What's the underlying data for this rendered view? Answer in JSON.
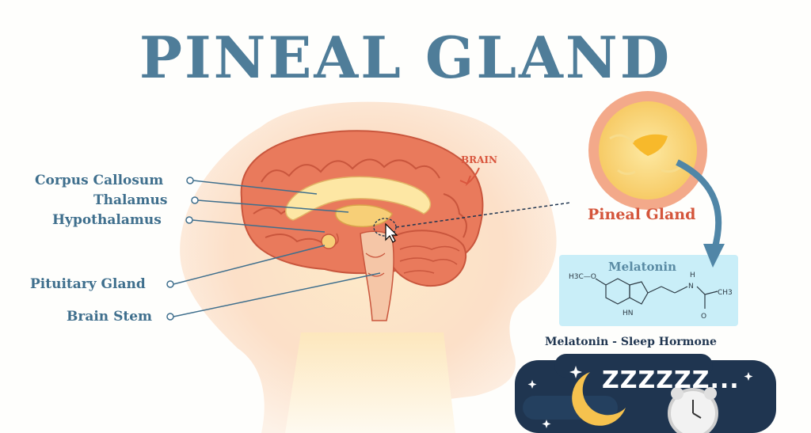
{
  "title": "PINEAL GLAND",
  "brain_tag": "BRAIN",
  "labels": {
    "corpus_callosum": "Corpus Callosum",
    "thalamus": "Thalamus",
    "hypothalamus": "Hypothalamus",
    "pituitary_gland": "Pituitary Gland",
    "brain_stem": "Brain Stem"
  },
  "pineal_gland_label": "Pineal Gland",
  "melatonin": {
    "title": "Melatonin",
    "formula_left": "H3C—O",
    "formula_nh": "HN",
    "formula_h": "H",
    "formula_n": "N",
    "formula_ch3": "CH3",
    "formula_o": "O"
  },
  "sleep_caption": "Melatonin - Sleep Hormone",
  "sleep_text": "ZZZZZZ...",
  "colors": {
    "title": "#4f7d99",
    "label": "#3f6f8d",
    "accent": "#d4553b",
    "brain": "#e97a5c",
    "night": "#1f3550",
    "melatonin_bg": "#c9eef8"
  },
  "icons": [
    "moon-icon",
    "star-icon",
    "alarm-clock-icon",
    "mouse-cursor-icon",
    "arrow-icon"
  ]
}
